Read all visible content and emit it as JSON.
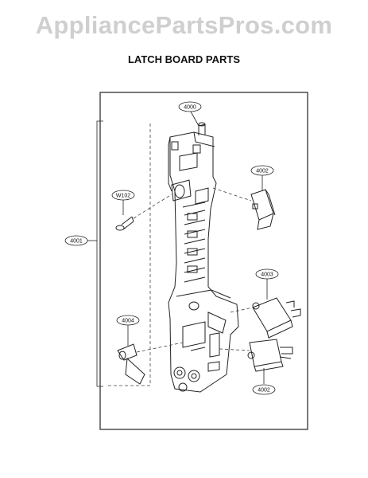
{
  "watermark": "AppliancePartsPros.com",
  "heading": "LATCH BOARD PARTS",
  "callouts": {
    "c4000": "4000",
    "c4002_top": "4002",
    "cW102": "W102",
    "c4001": "4001",
    "c4003": "4003",
    "c4004": "4004",
    "c4002_bottom": "4002"
  }
}
